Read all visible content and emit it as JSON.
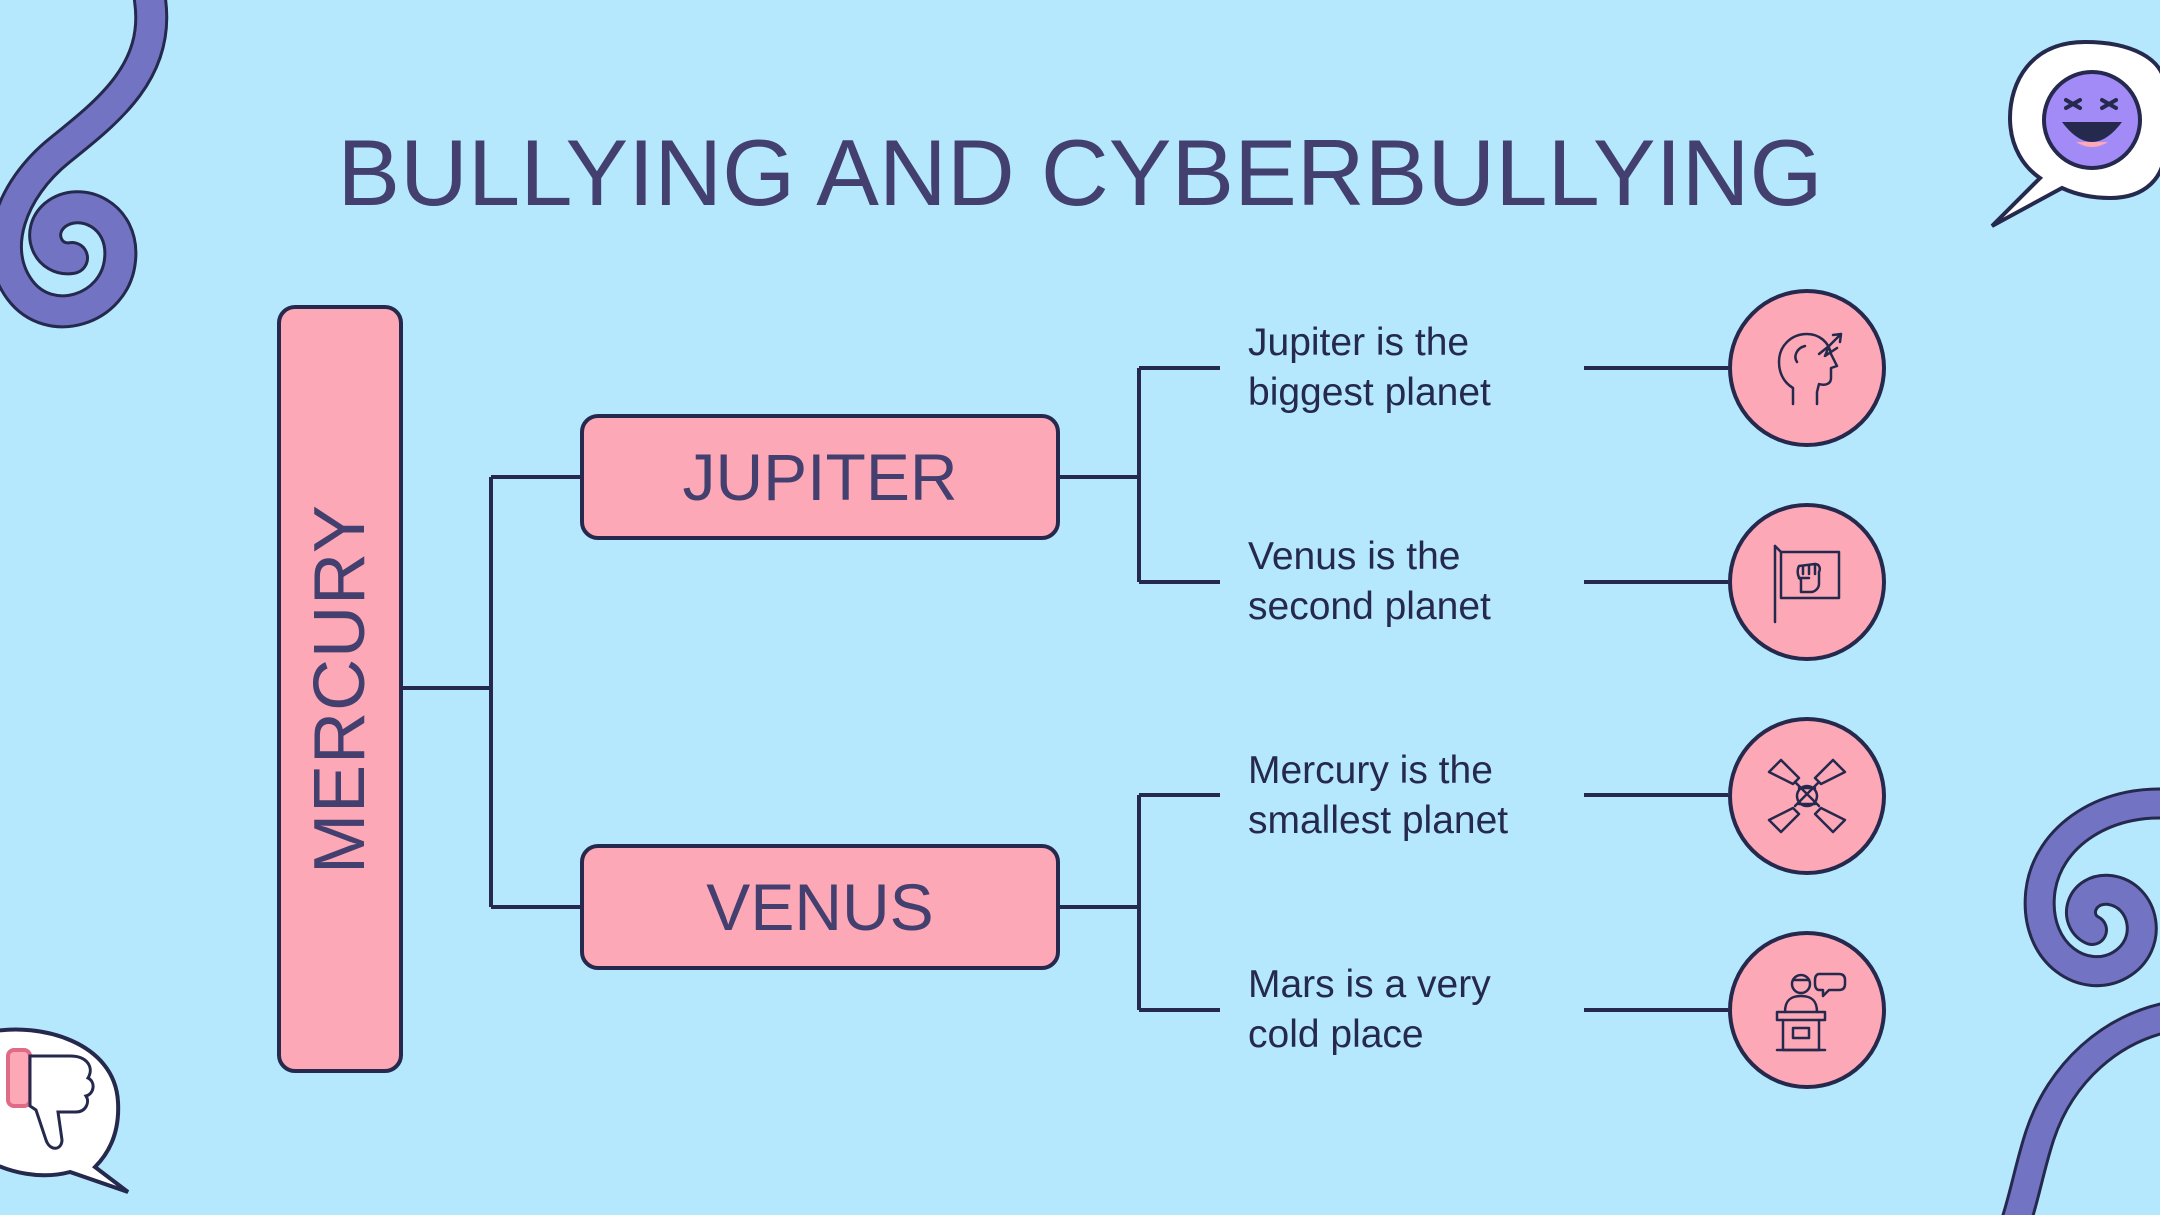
{
  "title": "BULLYING AND CYBERBULLYING",
  "root": {
    "label": "MERCURY"
  },
  "branches": [
    {
      "label": "JUPITER",
      "leaves": [
        {
          "text": "Jupiter is the\nbiggest planet",
          "icon": "head-pain-icon"
        },
        {
          "text": "Venus is the\nsecond planet",
          "icon": "fist-flag-icon"
        }
      ]
    },
    {
      "label": "VENUS",
      "leaves": [
        {
          "text": "Mercury is the\nsmallest planet",
          "icon": "stacked-hands-icon"
        },
        {
          "text": "Mars is a very\ncold place",
          "icon": "speaker-podium-icon"
        }
      ]
    }
  ],
  "colors": {
    "background": "#b5e8fd",
    "node_fill": "#fda8b6",
    "outline": "#25294d",
    "text": "#433f6f",
    "swirl": "#7274c3",
    "emoji": "#a38bf7"
  },
  "decorations": [
    "swirl-top-left",
    "laughing-emoji-bubble",
    "thumbs-down-bubble",
    "swirl-bottom-right"
  ]
}
